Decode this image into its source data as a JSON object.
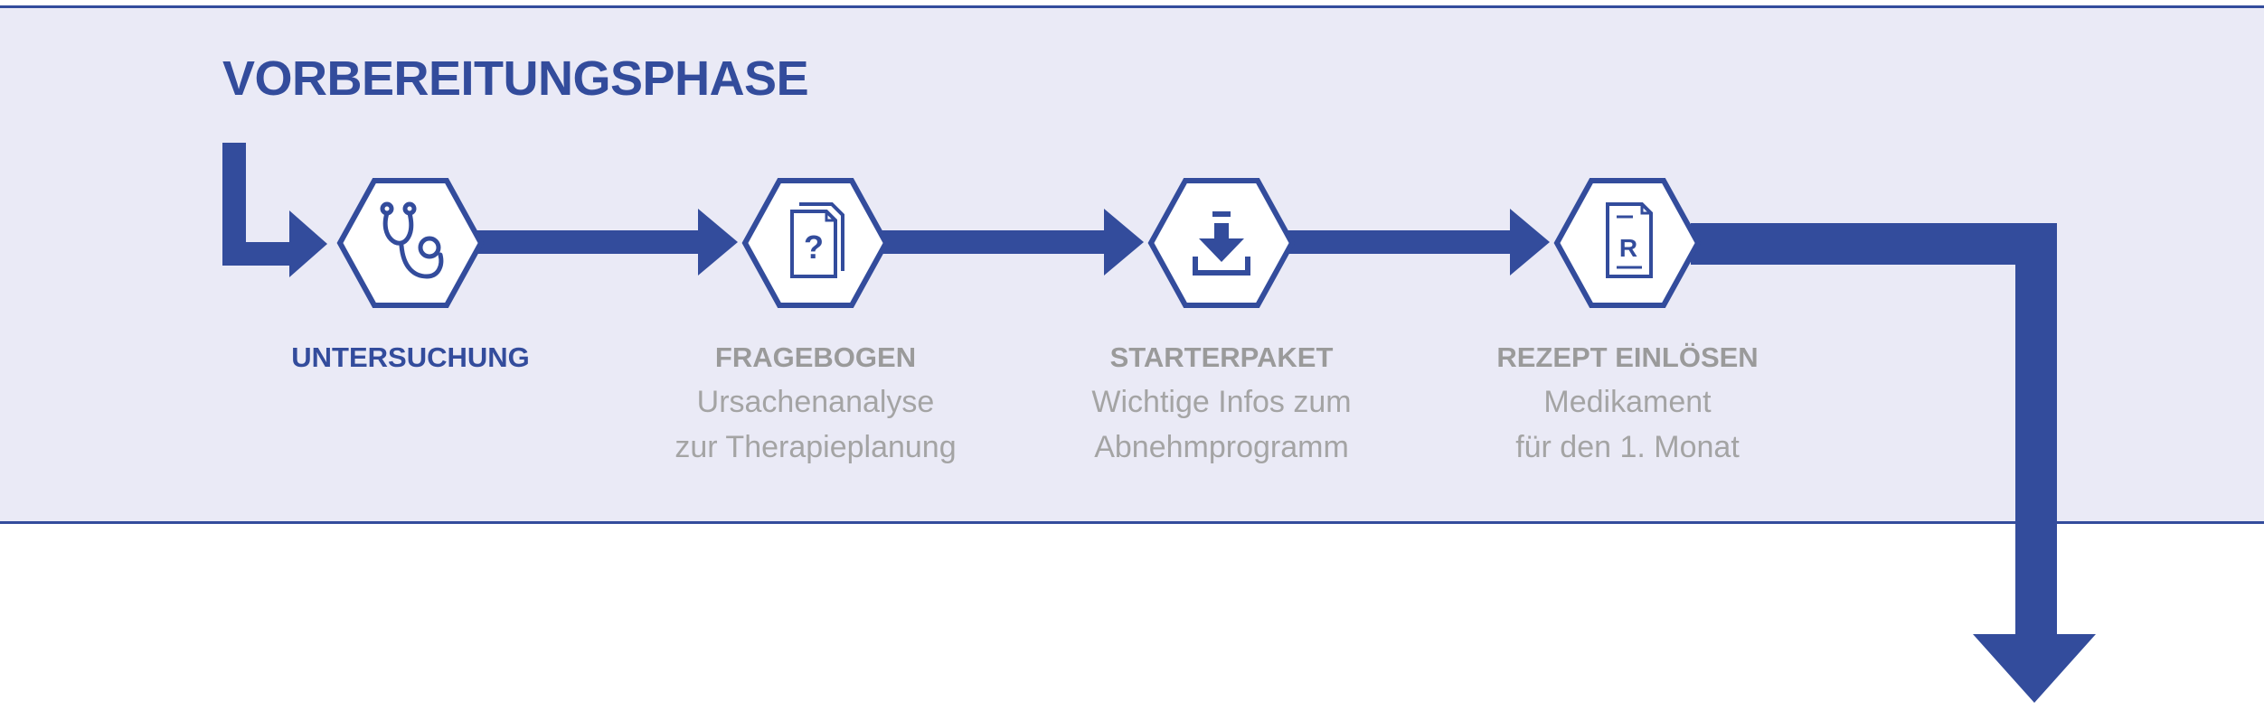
{
  "phase_title": "VORBEREITUNGSPHASE",
  "colors": {
    "accent": "#334c9c",
    "band": "#eaeaf6",
    "muted": "#9a9a9a"
  },
  "steps": [
    {
      "title": "UNTERSUCHUNG",
      "desc_line1": "",
      "desc_line2": "",
      "icon": "stethoscope-icon",
      "active": true
    },
    {
      "title": "FRAGEBOGEN",
      "desc_line1": "Ursachenanalyse",
      "desc_line2": "zur Therapieplanung",
      "icon": "questionnaire-icon",
      "active": false
    },
    {
      "title": "STARTERPAKET",
      "desc_line1": "Wichtige Infos zum",
      "desc_line2": "Abnehmprogramm",
      "icon": "download-icon",
      "active": false
    },
    {
      "title": "REZEPT EINLÖSEN",
      "desc_line1": "Medikament",
      "desc_line2": "für den 1. Monat",
      "icon": "prescription-icon",
      "active": false
    }
  ],
  "prescription_letter": "R",
  "question_mark": "?"
}
